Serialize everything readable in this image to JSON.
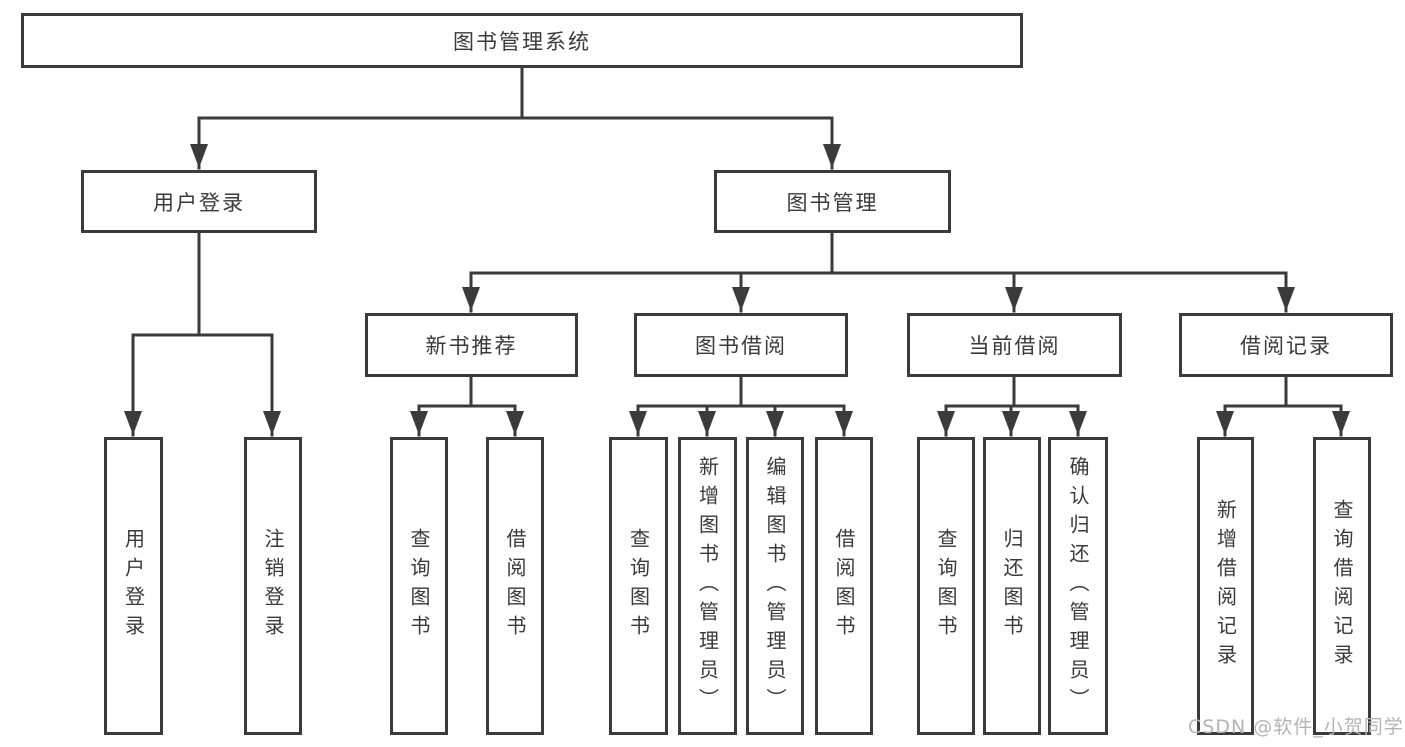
{
  "diagram": {
    "root": {
      "label": "图书管理系统",
      "children": [
        {
          "label": "用户登录",
          "children": [
            {
              "label": "用户登录"
            },
            {
              "label": "注销登录"
            }
          ]
        },
        {
          "label": "图书管理",
          "children": [
            {
              "label": "新书推荐",
              "children": [
                {
                  "label": "查询图书"
                },
                {
                  "label": "借阅图书"
                }
              ]
            },
            {
              "label": "图书借阅",
              "children": [
                {
                  "label": "查询图书"
                },
                {
                  "label": "新增图书（管理员）"
                },
                {
                  "label": "编辑图书（管理员）"
                },
                {
                  "label": "借阅图书"
                }
              ]
            },
            {
              "label": "当前借阅",
              "children": [
                {
                  "label": "查询图书"
                },
                {
                  "label": "归还图书"
                },
                {
                  "label": "确认归还（管理员）"
                }
              ]
            },
            {
              "label": "借阅记录",
              "children": [
                {
                  "label": "新增借阅记录"
                },
                {
                  "label": "查询借阅记录"
                }
              ]
            }
          ]
        }
      ]
    }
  },
  "watermark": {
    "text": "CSDN @软件_小贺同学"
  },
  "colors": {
    "line": "#3b3b3b",
    "text": "#3a3a3a",
    "box_background": "#ffffff",
    "page_background": "#ffffff",
    "watermark": "#b4b4b4"
  }
}
